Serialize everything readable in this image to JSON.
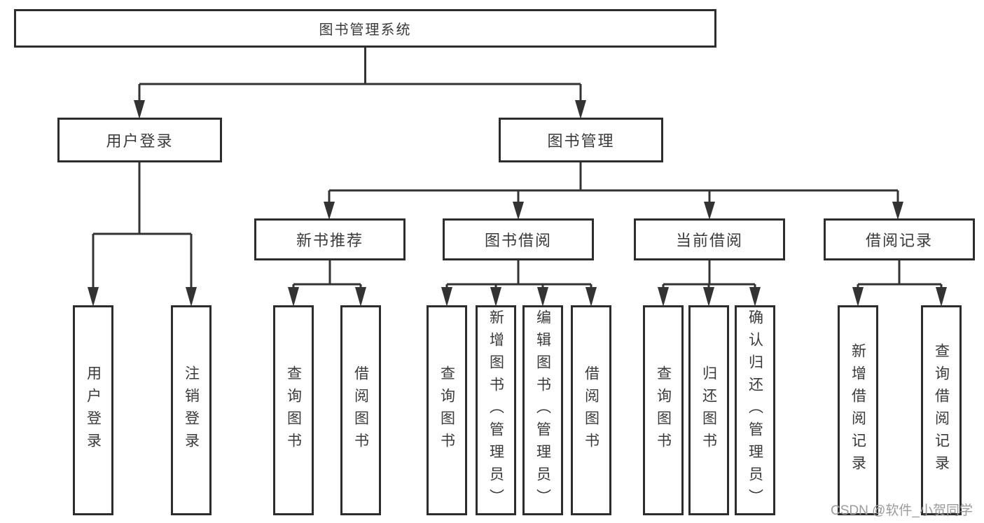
{
  "diagram": {
    "tree": {
      "label": "图书管理系统",
      "children": [
        {
          "label": "用户登录",
          "children": [
            {
              "label": "用户登录"
            },
            {
              "label": "注销登录"
            }
          ]
        },
        {
          "label": "图书管理",
          "children": [
            {
              "label": "新书推荐",
              "children": [
                {
                  "label": "查询图书"
                },
                {
                  "label": "借阅图书"
                }
              ]
            },
            {
              "label": "图书借阅",
              "children": [
                {
                  "label": "查询图书"
                },
                {
                  "label": "新增图书（管理员）"
                },
                {
                  "label": "编辑图书（管理员）"
                },
                {
                  "label": "借阅图书"
                }
              ]
            },
            {
              "label": "当前借阅",
              "children": [
                {
                  "label": "查询图书"
                },
                {
                  "label": "归还图书"
                },
                {
                  "label": "确认归还（管理员）"
                }
              ]
            },
            {
              "label": "借阅记录",
              "children": [
                {
                  "label": "新增借阅记录"
                },
                {
                  "label": "查询借阅记录"
                }
              ]
            }
          ]
        }
      ]
    },
    "watermark": "CSDN @软件_小贺同学",
    "colors": {
      "line": "#333333",
      "box_border": "#2d2d2d",
      "text": "#3a3a3a",
      "watermark": "#9b9b9b",
      "background": "#ffffff"
    }
  }
}
